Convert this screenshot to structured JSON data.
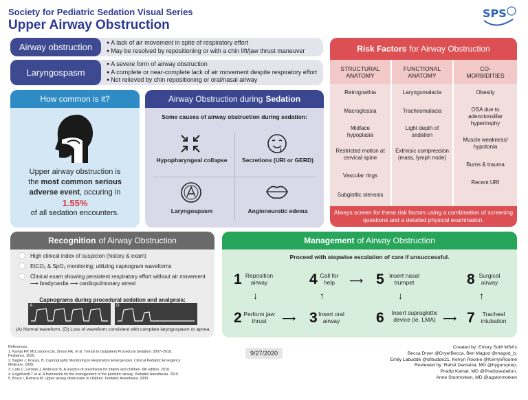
{
  "header": {
    "series": "Society for Pediatric Sedation Visual Series",
    "title": "Upper Airway Obstruction",
    "logo_text": "SPS"
  },
  "definitions": [
    {
      "term": "Airway obstruction",
      "points": [
        "A lack of air movement in spite of respiratory effort",
        "May be resolved by repositioning or with a chin lift/jaw thrust maneuver"
      ]
    },
    {
      "term": "Laryngospasm",
      "points": [
        "A severe form of airway obstruction",
        "A complete or near-complete lack of air movement despite respiratory effort",
        "Not relieved by chin repositioning or oral/nasal airway"
      ]
    }
  ],
  "risk": {
    "title_bold": "Risk Factors",
    "title_rest": "for Airway Obstruction",
    "columns": [
      {
        "header": "STRUCTURAL ANATOMY",
        "items": [
          "Retrognathia",
          "Macroglossia",
          "Midface hypoplasia",
          "Restricted motion at cervical spine",
          "Vascular rings",
          "Subglottic stenosis"
        ]
      },
      {
        "header": "FUNCTIONAL ANATOMY",
        "items": [
          "Laryngomalacia",
          "Tracheomalacia",
          "Light depth of sedation",
          "Extrinsic compression (mass, lymph node)"
        ]
      },
      {
        "header": "CO-MORBIDITIES",
        "items": [
          "Obesity",
          "OSA due to adenotonsillar hypertrophy",
          "Muscle weakness/ hypotonia",
          "Burns & trauma",
          "Recent URI"
        ]
      }
    ],
    "note": "Always screen for these risk factors using a combination of screening questions and a detailed physical examination."
  },
  "common": {
    "title": "How common is it?",
    "line1": "Upper airway obstruction is",
    "line2_pre": "the ",
    "line2_bold": "most common serious",
    "line3_bold": "adverse event",
    "line3_rest": ", occuring in",
    "pct": "1.55%",
    "line5": "of all sedation encounters."
  },
  "sedation": {
    "title_pre": "Airway Obstruction during",
    "title_bold": "Sedation",
    "subtitle": "Some causes of airway obstruction during sedation:",
    "causes": [
      {
        "label": "Hypopharyngeal collapse",
        "icon": "collapse-arrows-icon"
      },
      {
        "label": "Secretions (URI or GERD)",
        "icon": "drooling-face-icon"
      },
      {
        "label": "Laryngospasm",
        "icon": "larynx-icon"
      },
      {
        "label": "Angioneurotic edema",
        "icon": "swollen-lips-icon"
      }
    ]
  },
  "recognition": {
    "title_bold": "Recognition",
    "title_rest": "of Airway Obstruction",
    "items": [
      "High clinical index of suspicion (history & exam)",
      "EtCO₂ & SpO₂ monitoring; utilizing capnogram waveforms",
      "Clinical exam showing persistent respiratory effort without air movement ⟶ bradycardia ⟶ cardiopulmonary arrest"
    ],
    "capnogram_title": "Capnograms during procedural sedation and analgesia:",
    "capnogram_tag_a": "A",
    "capnogram_tag_d": "D",
    "capnogram_note": "(A) Normal waveform. (D) Loss of waveform consistent with complete laryngospasm or apnea."
  },
  "management": {
    "title_bold": "Management",
    "title_rest": "of Airway Obstruction",
    "subtitle": "Proceed with stepwise escalation of care if unsuccessful.",
    "steps": [
      {
        "num": "1",
        "label": "Reposition airway"
      },
      {
        "num": "2",
        "label": "Perform jaw thrust"
      },
      {
        "num": "3",
        "label": "Insert oral airway"
      },
      {
        "num": "4",
        "label": "Call for help"
      },
      {
        "num": "5",
        "label": "Insert nasal trumpet"
      },
      {
        "num": "6",
        "label": "Insert supraglottic device (ie. LMA)"
      },
      {
        "num": "7",
        "label": "Tracheal intubation"
      },
      {
        "num": "8",
        "label": "Surgical airway"
      }
    ]
  },
  "footer": {
    "refs": [
      "References:",
      "1. Kamat PP, McCracken CE, Simon HK, et al. Trends in Outpatient Procedural Sedation: 2007–2018.",
      "Pediatrics. 2020.",
      "2. Nagler J, Krauss, B. Capnographic Monitoring in Respiratory Emergencies. Clinical Pediatric Emergency",
      "Medicine. 2009.",
      "3. Cote C, Lerman J, Anderson B. A practice of anesthesia for infants and children. 6th edition. 2018.",
      "4. Engelhardt T et al. A framework for the management of the pediatric airway. Pediatric Anesthesia. 2019.",
      "5. Bruce I, Rothera M. Upper airway obstruction in children. Pediatric Anesthesia. 2009."
    ],
    "date": "9/27/2020",
    "credits": [
      "Created by: Emory SoM MS4's",
      "Becca Dryer @DryerBecca, Ben Magod @magod_b,",
      "Emily Labudde @drbudde21, Kerryn Roome @KerrynRoome",
      "Reviewed by: Rahul Damania, MD @hyguruprep,",
      "Pradip Kamat, MD @Pradipsedation,",
      "Anne Stormorken, MD @agstormorken"
    ]
  }
}
